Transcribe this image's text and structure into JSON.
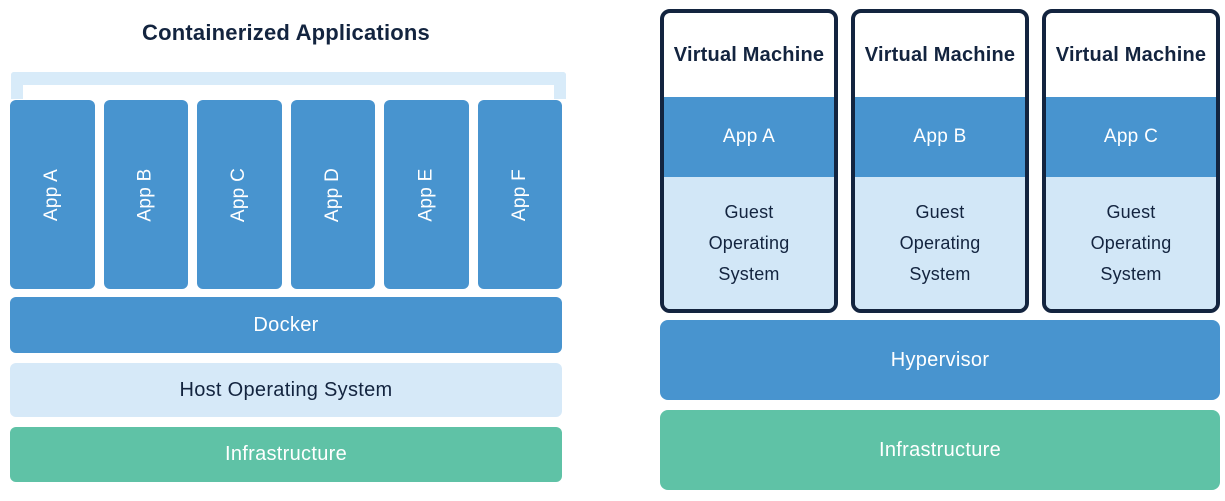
{
  "colors": {
    "blue": "#4894CF",
    "light_blue": "#D6E9F8",
    "guest_light_blue": "#D2E7F7",
    "bracket_light_blue": "#D8EBF9",
    "green": "#5FC2A6",
    "navy": "#13243F",
    "white": "#FFFFFF"
  },
  "left": {
    "title": "Containerized Applications",
    "apps": [
      "App A",
      "App B",
      "App C",
      "App D",
      "App E",
      "App F"
    ],
    "layers": [
      {
        "label": "Docker"
      },
      {
        "label": "Host Operating System"
      },
      {
        "label": "Infrastructure"
      }
    ]
  },
  "right": {
    "vms": [
      {
        "title": "Virtual Machine",
        "app": "App A",
        "os": "Guest Operating System"
      },
      {
        "title": "Virtual Machine",
        "app": "App B",
        "os": "Guest Operating System"
      },
      {
        "title": "Virtual Machine",
        "app": "App C",
        "os": "Guest Operating System"
      }
    ],
    "layers": [
      {
        "label": "Hypervisor"
      },
      {
        "label": "Infrastructure"
      }
    ]
  }
}
